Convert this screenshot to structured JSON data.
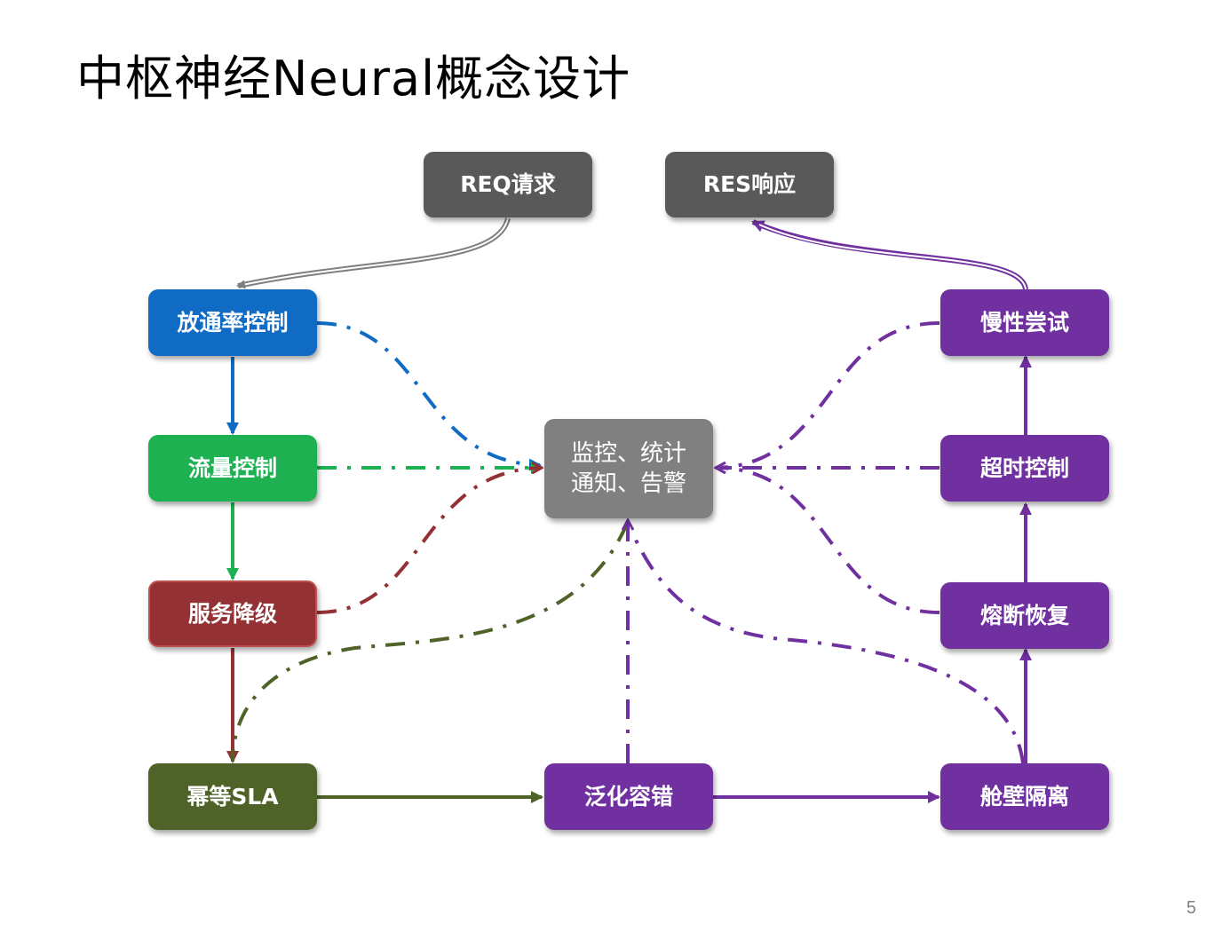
{
  "title": "中枢神经Neural概念设计",
  "page_number": "5",
  "nodes": {
    "req": {
      "label": "REQ请求",
      "color": "#595959"
    },
    "res": {
      "label": "RES响应",
      "color": "#595959"
    },
    "pass_rate": {
      "label": "放通率控制",
      "color": "#0F6BC4"
    },
    "flow_control": {
      "label": "流量控制",
      "color": "#1DB152"
    },
    "degrade": {
      "label": "服务降级",
      "color": "#943135"
    },
    "idempotent_sla": {
      "label": "幂等SLA",
      "color": "#4F6228"
    },
    "monitor": {
      "label": "监控、统计\n通知、告警",
      "color": "#808080"
    },
    "fault_tolerance": {
      "label": "泛化容错",
      "color": "#7030A0"
    },
    "bulkhead": {
      "label": "舱壁隔离",
      "color": "#7030A0"
    },
    "circuit_breaker": {
      "label": "熔断恢复",
      "color": "#7030A0"
    },
    "timeout": {
      "label": "超时控制",
      "color": "#7030A0"
    },
    "slow_retry": {
      "label": "慢性尝试",
      "color": "#7030A0"
    }
  },
  "edges": [
    {
      "from": "req",
      "to": "pass_rate",
      "style": "double",
      "color": "#7F7F7F"
    },
    {
      "from": "slow_retry",
      "to": "res",
      "style": "double",
      "color": "#7030A0"
    },
    {
      "from": "pass_rate",
      "to": "flow_control",
      "style": "solid",
      "color": "#0F6BC4"
    },
    {
      "from": "flow_control",
      "to": "degrade",
      "style": "solid",
      "color": "#1DB152"
    },
    {
      "from": "degrade",
      "to": "idempotent_sla",
      "style": "solid",
      "color": "#943135"
    },
    {
      "from": "idempotent_sla",
      "to": "fault_tolerance",
      "style": "solid",
      "color": "#4F6228"
    },
    {
      "from": "fault_tolerance",
      "to": "bulkhead",
      "style": "solid",
      "color": "#7030A0"
    },
    {
      "from": "bulkhead",
      "to": "circuit_breaker",
      "style": "solid",
      "color": "#7030A0"
    },
    {
      "from": "circuit_breaker",
      "to": "timeout",
      "style": "solid",
      "color": "#7030A0"
    },
    {
      "from": "timeout",
      "to": "slow_retry",
      "style": "solid",
      "color": "#7030A0"
    },
    {
      "from": "pass_rate",
      "to": "monitor",
      "style": "dashdot",
      "color": "#0F6BC4"
    },
    {
      "from": "flow_control",
      "to": "monitor",
      "style": "dashdot",
      "color": "#1DB152"
    },
    {
      "from": "degrade",
      "to": "monitor",
      "style": "dashdot",
      "color": "#943135"
    },
    {
      "from": "monitor",
      "to": "idempotent_sla",
      "style": "dashdot",
      "color": "#4F6228",
      "arrow_both": true
    },
    {
      "from": "fault_tolerance",
      "to": "monitor",
      "style": "dashdot",
      "color": "#7030A0"
    },
    {
      "from": "bulkhead",
      "to": "monitor",
      "style": "dashdot",
      "color": "#7030A0"
    },
    {
      "from": "circuit_breaker",
      "to": "monitor",
      "style": "dashdot",
      "color": "#7030A0"
    },
    {
      "from": "timeout",
      "to": "monitor",
      "style": "dashdot",
      "color": "#7030A0"
    },
    {
      "from": "slow_retry",
      "to": "monitor",
      "style": "dashdot",
      "color": "#7030A0"
    }
  ]
}
